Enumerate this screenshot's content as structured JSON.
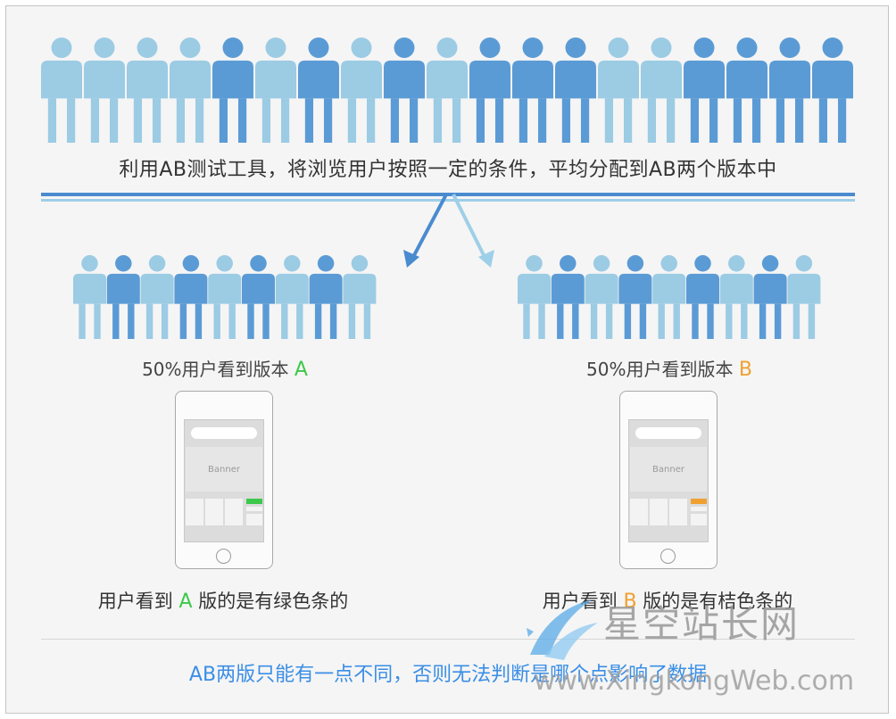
{
  "colors": {
    "person_dark": "#5b9bd5",
    "person_light": "#9ccbe4",
    "line_dark": "#4a8bd0",
    "line_light": "#9ecfe8",
    "accent_a": "#3cc84a",
    "accent_b": "#f0a030",
    "footer_text": "#3a8ee6"
  },
  "top_crowd": {
    "pattern": [
      "light",
      "light",
      "light",
      "light",
      "dark",
      "light",
      "dark",
      "light",
      "dark",
      "light",
      "dark",
      "dark",
      "dark",
      "light",
      "light",
      "dark",
      "dark",
      "dark",
      "dark"
    ]
  },
  "caption_top": "利用AB测试工具，将浏览用户按照一定的条件，平均分配到AB两个版本中",
  "group_a": {
    "pattern": [
      "light",
      "dark",
      "light",
      "dark",
      "light",
      "dark",
      "light",
      "dark",
      "light"
    ],
    "percent_text": "50%用户看到版本",
    "letter": "A",
    "phone": {
      "banner": "Banner",
      "accent": "green"
    },
    "result_prefix": "用户看到",
    "result_letter": "A",
    "result_suffix": "版的是有绿色条的"
  },
  "group_b": {
    "pattern": [
      "light",
      "dark",
      "light",
      "dark",
      "light",
      "dark",
      "light",
      "dark",
      "light"
    ],
    "percent_text": "50%用户看到版本",
    "letter": "B",
    "phone": {
      "banner": "Banner",
      "accent": "orange"
    },
    "result_prefix": "用户看到",
    "result_letter": "B",
    "result_suffix": "版的是有桔色条的"
  },
  "footer": "AB两版只能有一点不同，否则无法判断是哪个点影响了数据",
  "watermark": {
    "name": "星空站长网",
    "url": "www.XingkongWeb.com"
  }
}
